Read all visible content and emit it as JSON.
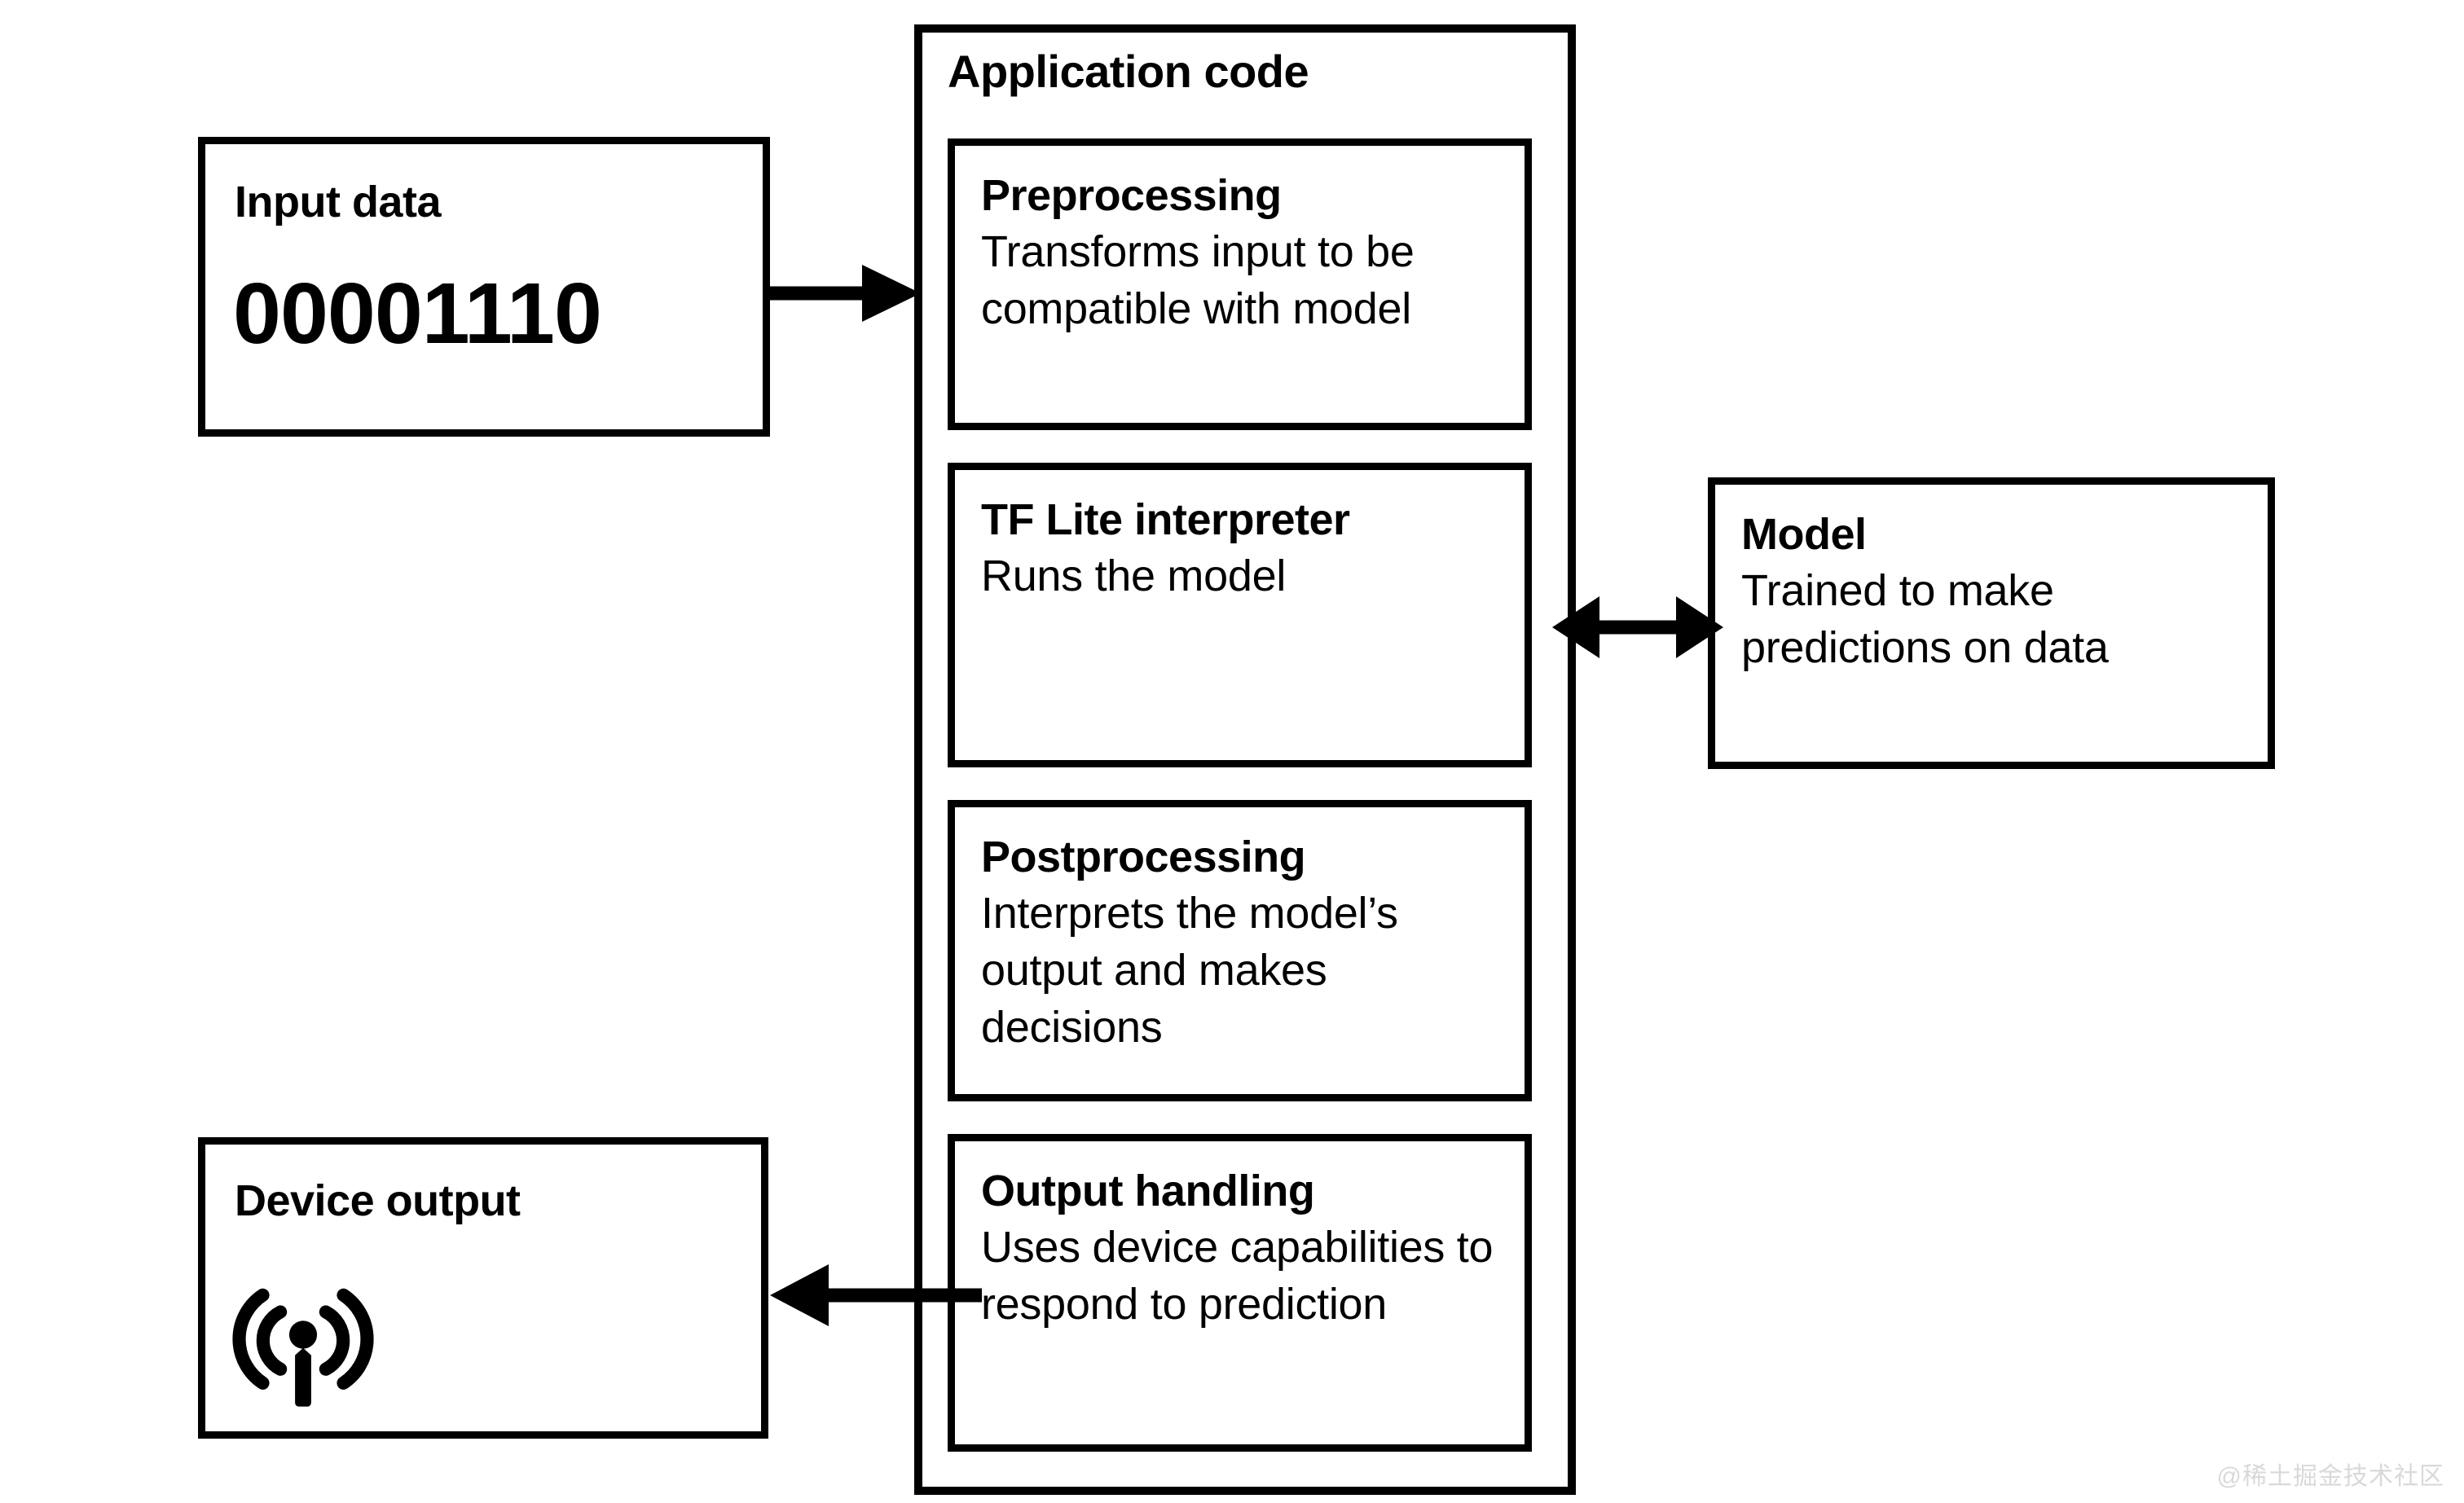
{
  "input": {
    "title": "Input data",
    "binary": "00001110"
  },
  "application": {
    "title": "Application code",
    "stages": [
      {
        "title": "Preprocessing",
        "desc": "Transforms input to be compatible with model"
      },
      {
        "title": "TF Lite interpreter",
        "desc": "Runs the model"
      },
      {
        "title": "Postprocessing",
        "desc": "Interprets the model’s output and makes decisions"
      },
      {
        "title": "Output handling",
        "desc": "Uses device capabilities to respond to prediction"
      }
    ]
  },
  "model": {
    "title": "Model",
    "desc": "Trained to make predictions on data"
  },
  "device": {
    "title": "Device output",
    "icon": "broadcast-icon"
  },
  "arrows": [
    {
      "name": "input-to-application",
      "direction": "right"
    },
    {
      "name": "application-to-model",
      "direction": "both"
    },
    {
      "name": "application-to-device",
      "direction": "left"
    }
  ],
  "watermark": "@稀土掘金技术社区",
  "colors": {
    "stroke": "#000000",
    "background": "#ffffff",
    "watermark": "#d9d9d9"
  }
}
